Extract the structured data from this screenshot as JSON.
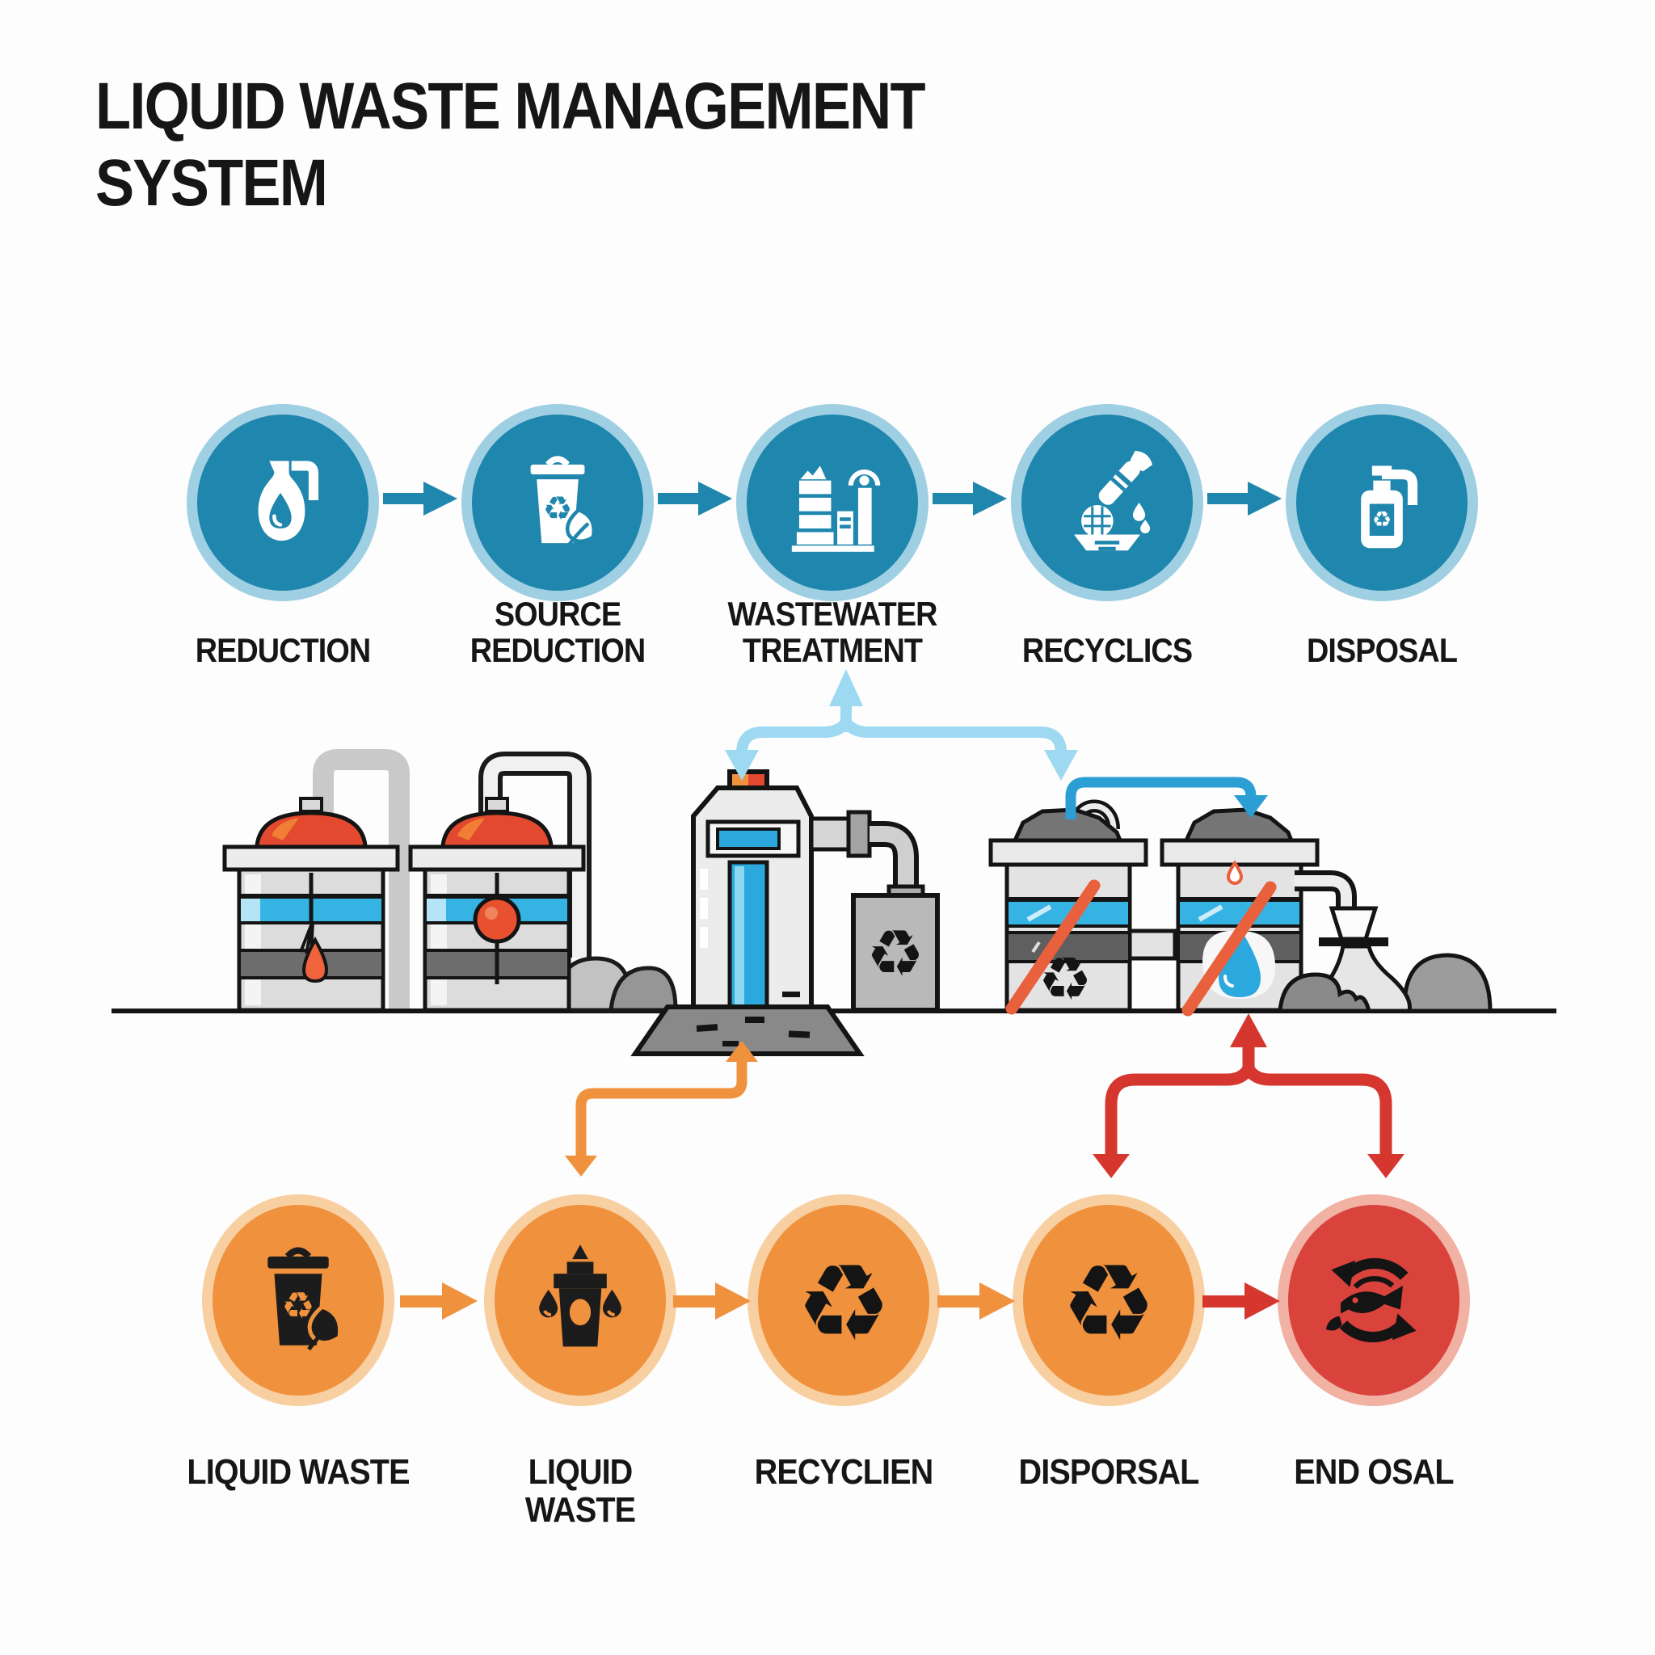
{
  "title": {
    "line1": "LIQUID WASTE MANAGEMENT",
    "line2": "SYSTEM"
  },
  "palette": {
    "bg": "#fdfdfd",
    "ink": "#161616",
    "blue": "#1f86ad",
    "blue-ring": "#9fcfe2",
    "pale-blue-arrow": "#9ed9f2",
    "mid-blue-arrow": "#2b9fd4",
    "orange": "#f0913d",
    "orange-ring": "#f8cfa0",
    "red": "#d9433c",
    "red-ring": "#f1b1a3",
    "red-arrow": "#d5372e",
    "tank-blue": "#35b3e3",
    "dome-red": "#e2492f",
    "slash-orange": "#e8603c"
  },
  "top_flow": {
    "steps": [
      {
        "label": "REDUCTION",
        "icon": "jug-drop-icon"
      },
      {
        "label": "SOURCE REDUCTION",
        "icon": "recycle-bin-leaf-icon"
      },
      {
        "label": "WASTEWATER TREATMENT",
        "icon": "treatment-plant-icon"
      },
      {
        "label": "RECYCLICS",
        "icon": "lab-filter-bowl-icon"
      },
      {
        "label": "DISPOSAL",
        "icon": "soap-dispenser-icon"
      }
    ]
  },
  "bottom_flow": {
    "steps": [
      {
        "label": "LIQUID WASTE",
        "icon": "waste-bin-leaf-icon"
      },
      {
        "label": "LIQUID WASTE",
        "icon": "liquid-compactor-icon"
      },
      {
        "label": "RECYCLIEN",
        "icon": "recycle-icon"
      },
      {
        "label": "DISPORSAL",
        "icon": "recycle-icon"
      },
      {
        "label": "END OSAL",
        "icon": "end-cycle-fish-icon"
      }
    ]
  }
}
